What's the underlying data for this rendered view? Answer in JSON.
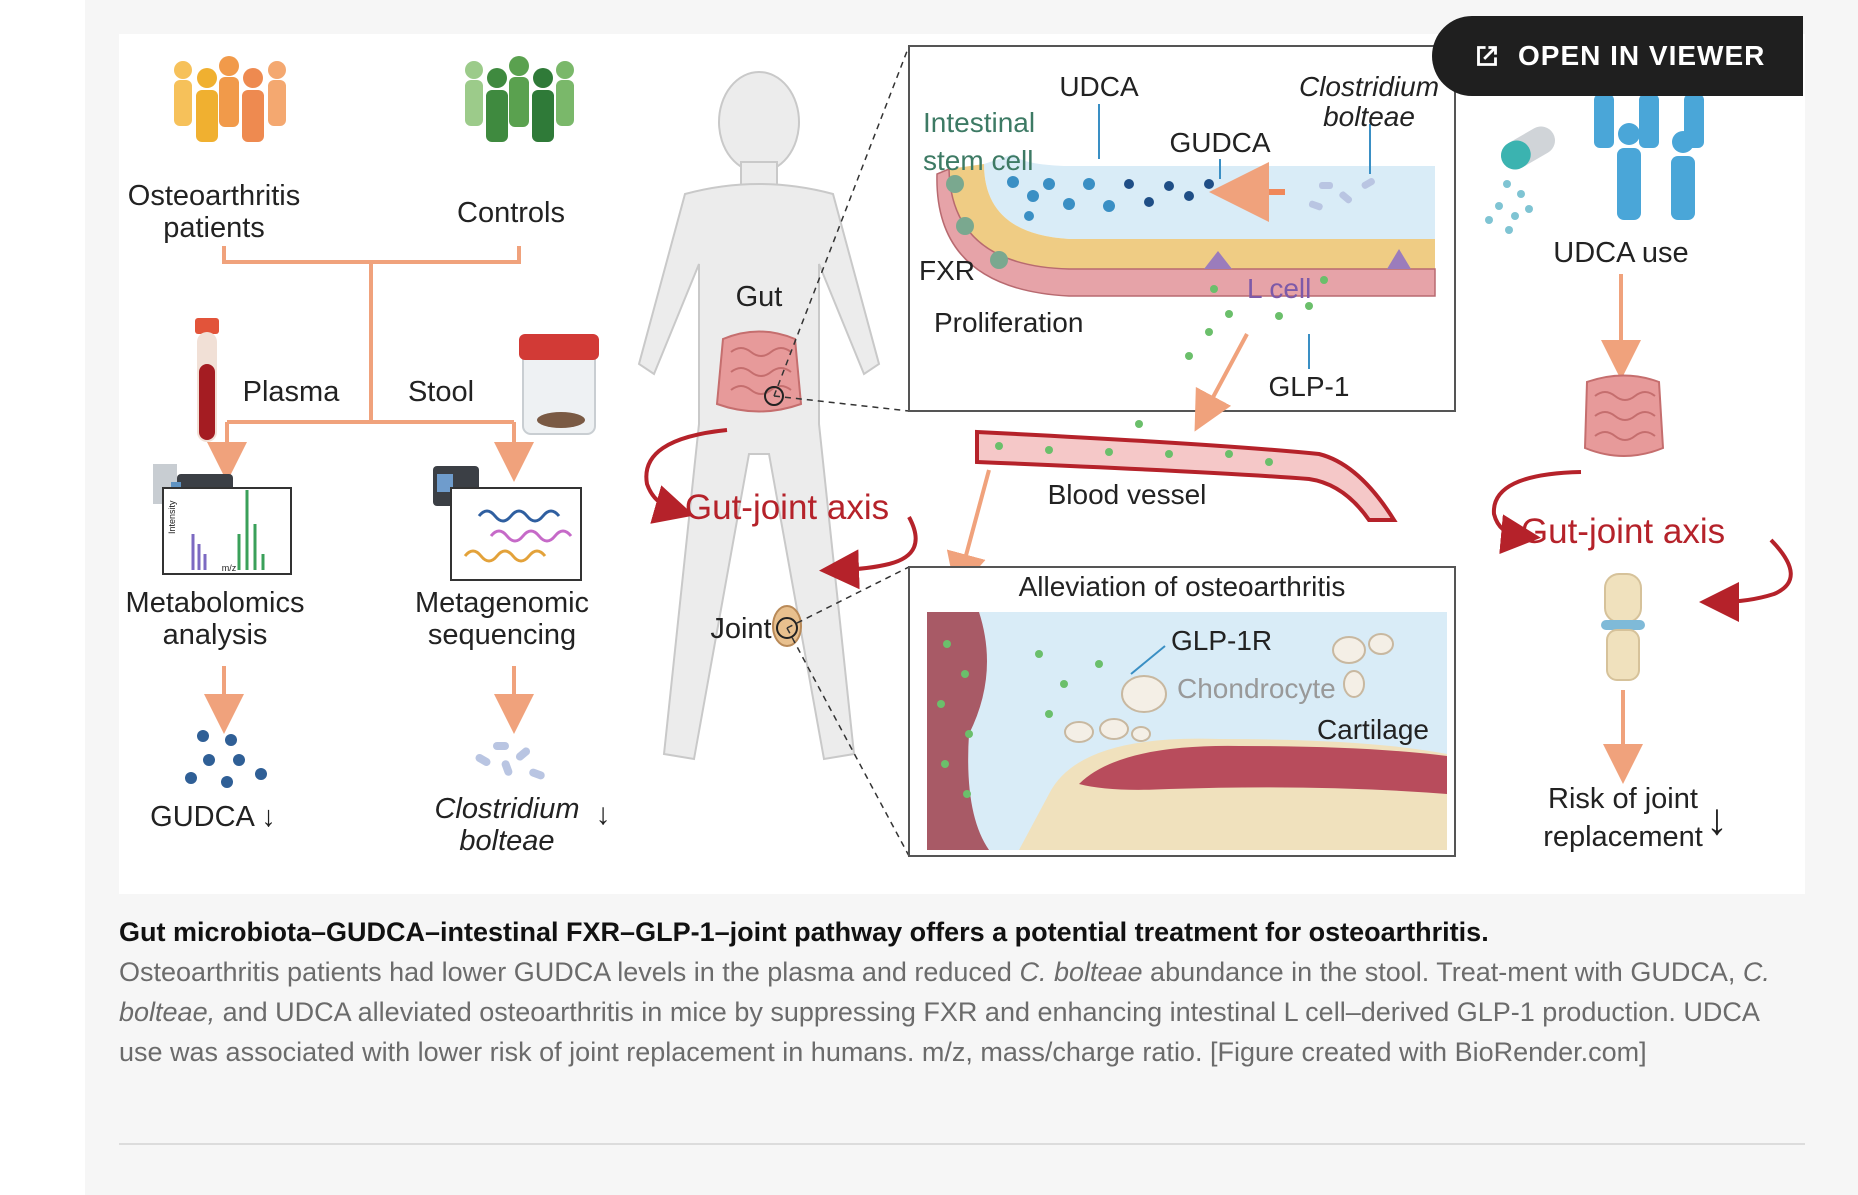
{
  "viewer_button": {
    "label": "OPEN IN VIEWER",
    "icon": "open-external-icon"
  },
  "figure": {
    "labels": {
      "oa_patients_1": "Osteoarthritis",
      "oa_patients_2": "patients",
      "controls": "Controls",
      "plasma": "Plasma",
      "stool": "Stool",
      "metabolomics_1": "Metabolomics",
      "metabolomics_2": "analysis",
      "metagenomic_1": "Metagenomic",
      "metagenomic_2": "sequencing",
      "gudca_down": "GUDCA ↓",
      "clostridium_1": "Clostridium",
      "clostridium_2": "bolteae",
      "down_arrow": "↓",
      "intensity": "Intensity",
      "mz": "m/z",
      "gut": "Gut",
      "joint": "Joint",
      "gut_joint_axis": "Gut-joint axis",
      "udca": "UDCA",
      "intestinal_1": "Intestinal",
      "intestinal_2": "stem cell",
      "gudca": "GUDCA",
      "cb_1": "Clostridium",
      "cb_2": "bolteae",
      "fxr": "FXR",
      "proliferation": "Proliferation",
      "l_cell": "L cell",
      "glp1": "GLP-1",
      "blood_vessel": "Blood vessel",
      "alleviation": "Alleviation of osteoarthritis",
      "glp1r": "GLP-1R",
      "chondrocyte": "Chondrocyte",
      "cartilage": "Cartilage",
      "udca_use": "UDCA use",
      "gut_joint_axis_right": "Gut-joint axis",
      "risk_1": "Risk of joint",
      "risk_2": "replacement"
    },
    "colors": {
      "orange_arrow": "#f0a27c",
      "red_arrow": "#b5222a",
      "gut": "#e79a9a",
      "teal": "#3d7a64",
      "blue_people": "#4aa6d8",
      "green_people": "#4f9a4f",
      "orange_people": "#f0a040"
    }
  },
  "caption": {
    "title": "Gut microbiota–GUDCA–intestinal FXR–GLP-1–joint pathway offers a potential treatment for osteoarthritis.",
    "p1": "Osteoarthritis patients had lower GUDCA levels in the plasma and reduced ",
    "p1_italic": "C. bolteae",
    "p2": " abundance in the stool. Treat-ment with GUDCA, ",
    "p2_italic": "C. bolteae,",
    "p3": " and UDCA alleviated osteoarthritis in mice by suppressing FXR and enhancing intestinal L cell–derived GLP-1 production. UDCA use was associated with lower risk of joint replacement in humans. m/z, mass/charge ratio. [Figure created with BioRender.com]"
  }
}
